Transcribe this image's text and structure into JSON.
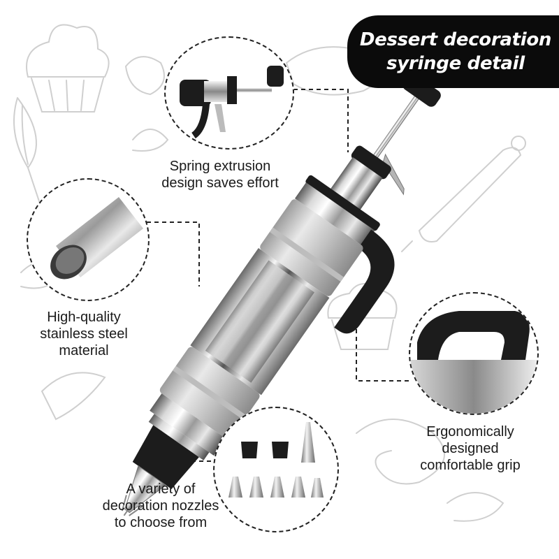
{
  "title": {
    "line1": "Dessert decoration",
    "line2": "syringe detail"
  },
  "features": {
    "spring": {
      "line1": "Spring extrusion",
      "line2": "design saves effort"
    },
    "steel": {
      "line1": "High-quality",
      "line2": "stainless steel",
      "line3": "material"
    },
    "grip": {
      "line1": "Ergonomically",
      "line2": "designed",
      "line3": "comfortable grip"
    },
    "nozzles": {
      "line1": "A variety of",
      "line2": "decoration nozzles",
      "line3": "to choose from"
    }
  },
  "colors": {
    "banner": "#0b0b0b",
    "steel_light": "#f2f2f2",
    "steel_dark": "#6e6e6e",
    "rubber": "#1c1c1c",
    "sketch": "#c9c9c9"
  }
}
